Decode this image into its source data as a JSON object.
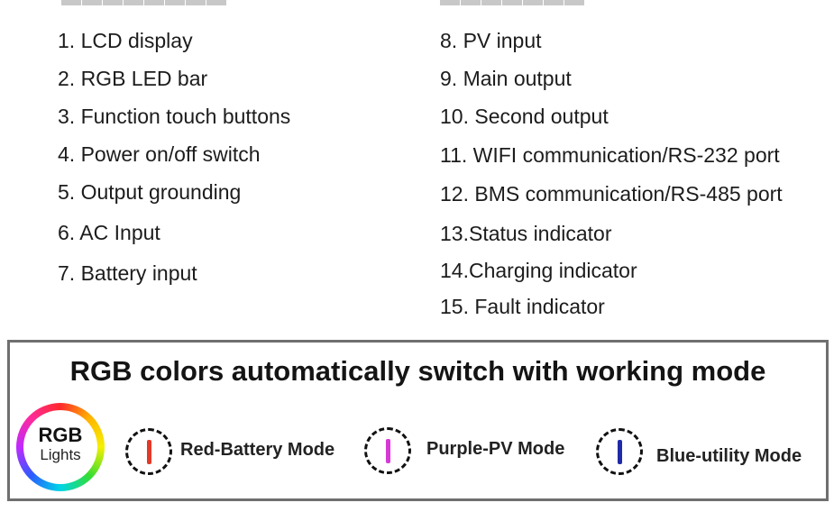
{
  "components": {
    "left": [
      "1. LCD display",
      "2. RGB LED bar",
      "3. Function touch buttons",
      "4. Power on/off switch",
      "5. Output grounding",
      "6. AC Input",
      "7. Battery input"
    ],
    "right": [
      "8. PV input",
      "9. Main output",
      "10. Second output",
      "11. WIFI communication/RS-232 port",
      "12. BMS communication/RS-485 port",
      "13.Status indicator",
      "14.Charging indicator",
      "15. Fault indicator"
    ]
  },
  "rgb_panel": {
    "title": "RGB colors automatically switch with working mode",
    "badge_main": "RGB",
    "badge_sub": "Lights",
    "modes": [
      {
        "label": "Red-Battery Mode",
        "color": "#e23a28"
      },
      {
        "label": "Purple-PV Mode",
        "color": "#d63ad6"
      },
      {
        "label": "Blue-utility Mode",
        "color": "#1f2aa8"
      }
    ]
  }
}
